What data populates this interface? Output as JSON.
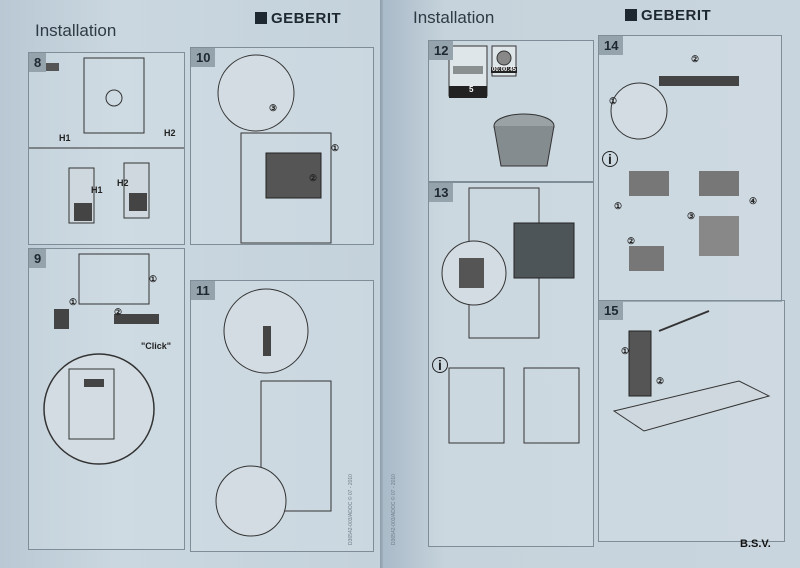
{
  "left_page": {
    "title": "Installation",
    "brand": "GEBERIT",
    "steps": [
      {
        "number": "8",
        "labels": [
          "H1",
          "H2",
          "H1",
          "H2"
        ]
      },
      {
        "number": "9",
        "labels": [
          "①",
          "②",
          "①",
          "\"Click\""
        ]
      },
      {
        "number": "10",
        "labels": [
          "③",
          "①",
          "②"
        ]
      },
      {
        "number": "11",
        "labels": []
      }
    ],
    "doc_code": "D36542-003/ADOC © 07 - 2010"
  },
  "right_page": {
    "title": "Installation",
    "brand": "GEBERIT",
    "steps": [
      {
        "number": "12",
        "timer": "00:00:45",
        "count": "5"
      },
      {
        "number": "13",
        "info": "i"
      },
      {
        "number": "14",
        "labels": [
          "②",
          "①",
          "①",
          "②",
          "③",
          "④"
        ],
        "info": "i"
      },
      {
        "number": "15",
        "labels": [
          "①",
          "②"
        ]
      }
    ],
    "doc_code": "D36542-003/ADOC © 07 - 2010"
  },
  "signature": "B.S.V."
}
